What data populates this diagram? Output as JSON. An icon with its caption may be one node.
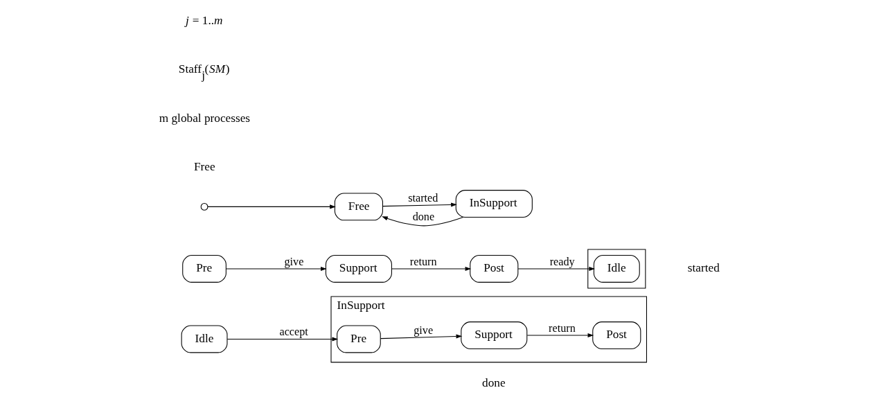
{
  "diagram": {
    "nodes": [
      {
        "text": [
          "InSupport"
        ],
        "beside": [
          "done"
        ]
      },
      {
        "text": [
          "Pre"
        ],
        "in": 0
      },
      {
        "text": [
          "Support"
        ],
        "in": 0
      },
      {
        "text": [
          "Post"
        ],
        "in": 0
      },
      {
        "text": [
          "Idle"
        ]
      },
      {
        "text": [],
        "shape": "box",
        "beside": [
          "started"
        ]
      },
      {
        "text": [
          "Idle"
        ],
        "in": 5
      },
      {
        "text": [
          "Pre"
        ]
      },
      {
        "text": [
          "Support"
        ]
      },
      {
        "text": [
          "Post"
        ]
      },
      {
        "text": [
          "Free"
        ]
      },
      {
        "text": [
          "InSupport"
        ]
      },
      {
        "text": [],
        "shape": "circle"
      }
    ],
    "edges": [
      {
        "from": 4,
        "to": 1,
        "arrow": "to",
        "label": "accept"
      },
      {
        "from": 1,
        "to": 2,
        "arrow": "to",
        "label": "give"
      },
      {
        "from": 2,
        "to": 3,
        "arrow": "to",
        "label": "return"
      },
      {
        "from": 7,
        "to": 8,
        "arrow": "to",
        "label": "give"
      },
      {
        "from": 8,
        "to": 9,
        "arrow": "to",
        "label": "return"
      },
      {
        "from": 9,
        "to": 6,
        "arrow": "to",
        "label": "ready"
      },
      {
        "from": 10,
        "to": 11,
        "arrow": "to",
        "label": "started"
      },
      {
        "from": 11,
        "to": 10,
        "arrow": "to",
        "label": "done"
      },
      {
        "from": 12,
        "to": 10,
        "arrow": "to"
      }
    ],
    "labels": [
      "Free",
      "m global processes",
      "Staff$_{j}$(*SM*)",
      "*j* = 1..*m*"
    ]
  }
}
